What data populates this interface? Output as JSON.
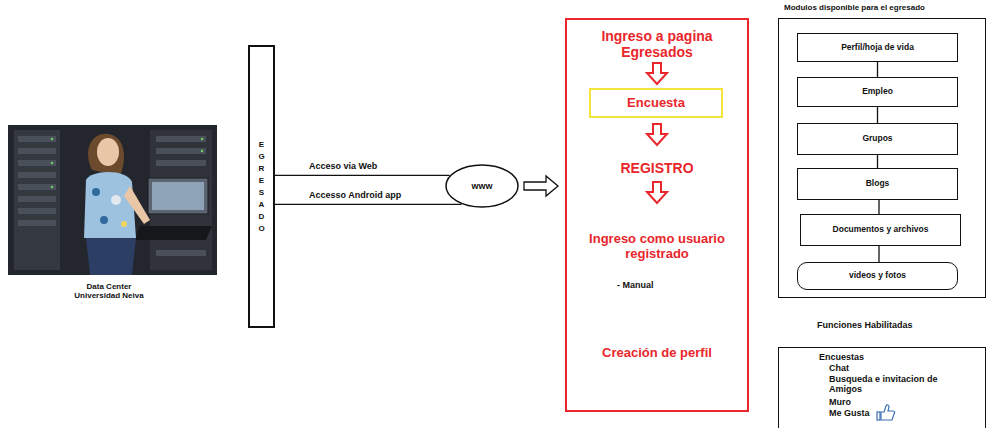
{
  "diagram": {
    "nodes": [
      {
        "text": [
          "EGRESADO"
        ]
      },
      {
        "text": [
          "www"
        ]
      },
      {
        "text": [
          "Ingreso a pagina Egresados",
          "REGISTRO",
          "Ingreso como usuario registrado",
          "- Manual",
          "Creación de perfil"
        ]
      },
      {
        "text": [
          "Encuesta"
        ],
        "in": 2
      },
      {
        "text": [
          "Modulos disponible para el egresado"
        ]
      },
      {
        "text": [
          "Perfil/hoja de vida"
        ],
        "in": 4
      },
      {
        "text": [
          "Empleo"
        ],
        "in": 4
      },
      {
        "text": [
          "Grupos"
        ],
        "in": 4
      },
      {
        "text": [
          "Blogs"
        ],
        "in": 4
      },
      {
        "text": [
          "Documentos y archivos"
        ],
        "in": 4
      },
      {
        "text": [
          "videos y fotos"
        ],
        "in": 4
      },
      {
        "text": [
          "Funciones Habilitadas",
          "Encuestas",
          "Chat",
          "Busqueda e invitacion de Amigos",
          "Muro",
          "Me Gusta"
        ]
      }
    ],
    "edges": [
      {
        "from": 0,
        "to": 1,
        "label": "Acceso via Web",
        "arrow": "none"
      },
      {
        "from": 0,
        "to": 1,
        "label": "Accesso Android app",
        "arrow": "none"
      },
      {
        "from": 1,
        "to": 2,
        "arrow": "to"
      },
      {
        "from": 5,
        "to": 6,
        "arrow": "none"
      },
      {
        "from": 6,
        "to": 7,
        "arrow": "none"
      },
      {
        "from": 7,
        "to": 8,
        "arrow": "none"
      },
      {
        "from": 8,
        "to": 9,
        "arrow": "none"
      },
      {
        "from": 9,
        "to": 10,
        "arrow": "none"
      }
    ],
    "labels": [
      "Data Center Universidad Neiva"
    ]
  }
}
